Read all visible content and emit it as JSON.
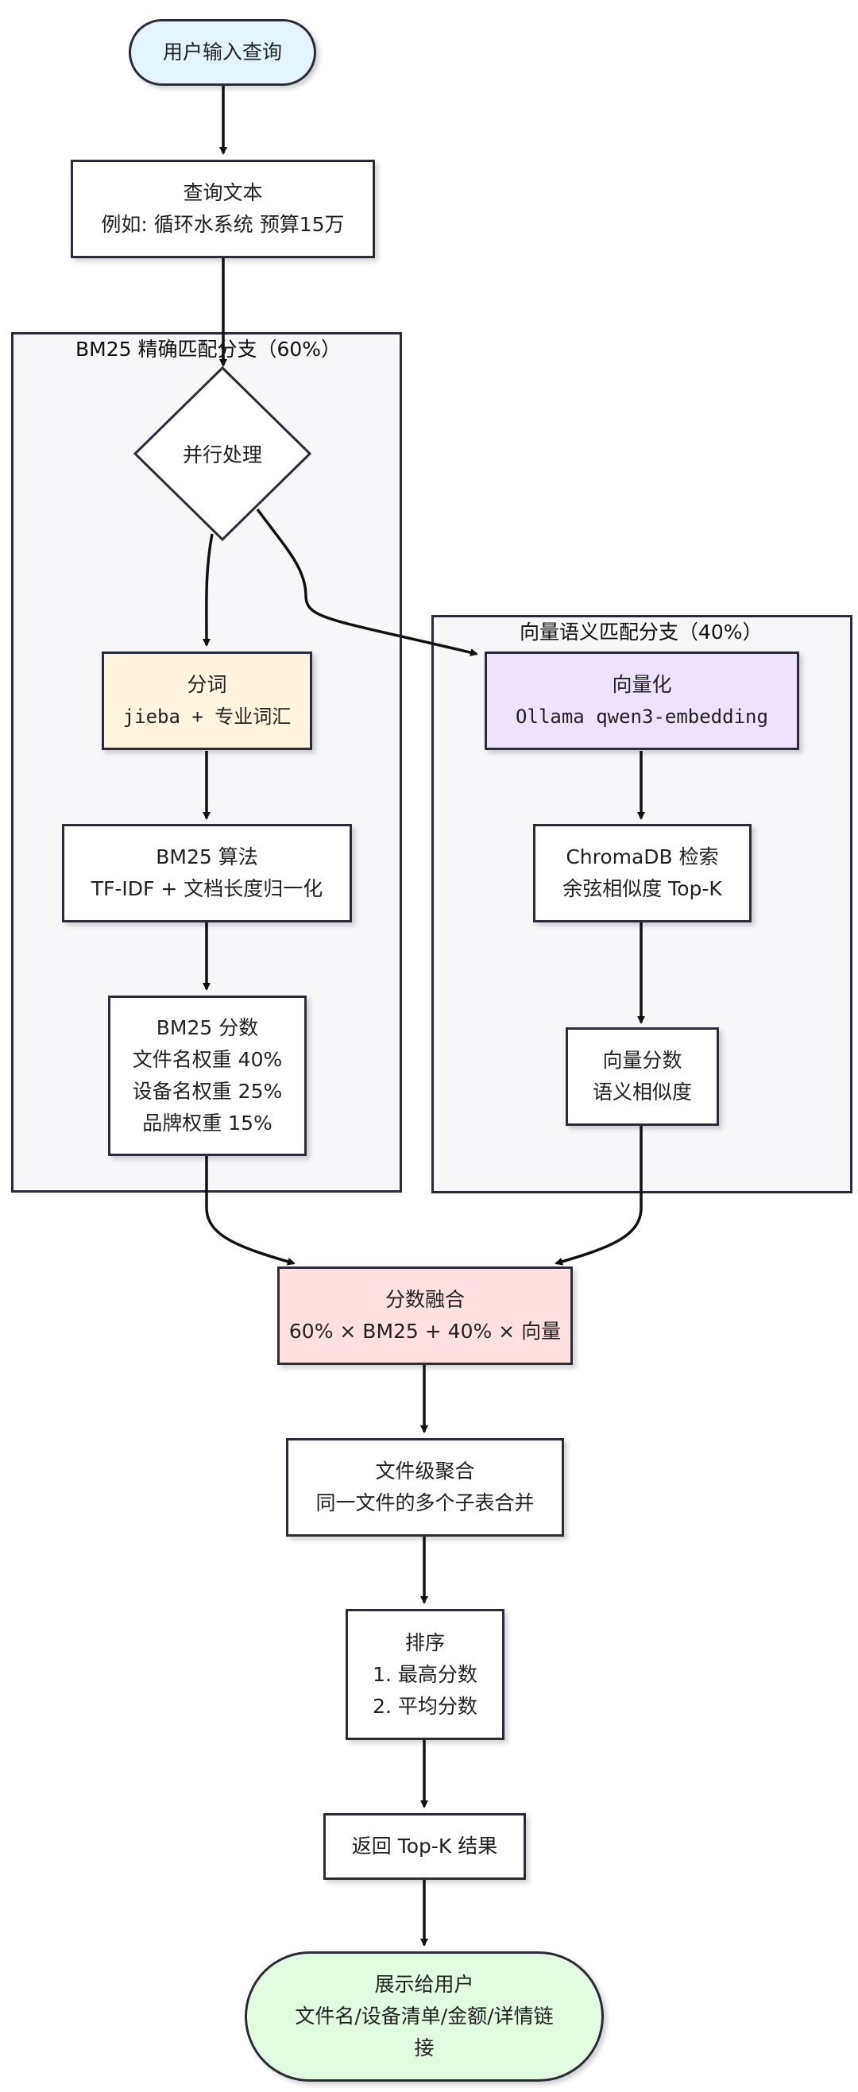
{
  "nodes": {
    "start": "用户输入查询",
    "query": {
      "title": "查询文本",
      "example": "例如: 循环水系统 预算15万"
    },
    "parallel": "并行处理",
    "tokenize": {
      "title": "分词",
      "detail": "jieba + 专业词汇"
    },
    "bm25_algo": {
      "title": "BM25 算法",
      "detail": "TF-IDF + 文档长度归一化"
    },
    "bm25_score": {
      "title": "BM25 分数",
      "lines": [
        "文件名权重 40%",
        "设备名权重 25%",
        "品牌权重 15%"
      ]
    },
    "vectorize": {
      "title": "向量化",
      "detail": "Ollama qwen3-embedding"
    },
    "chroma": {
      "title": "ChromaDB 检索",
      "detail": "余弦相似度 Top-K"
    },
    "vec_score": {
      "title": "向量分数",
      "detail": "语义相似度"
    },
    "fusion": {
      "title": "分数融合",
      "detail": "60% × BM25 + 40% × 向量"
    },
    "aggregate": {
      "title": "文件级聚合",
      "detail": "同一文件的多个子表合并"
    },
    "sort": {
      "title": "排序",
      "lines": [
        "1. 最高分数",
        "2. 平均分数"
      ]
    },
    "return": "返回 Top-K 结果",
    "display": {
      "title": "展示给用户",
      "lines": [
        "文件名/设备清单/金额/详情链",
        "接"
      ]
    }
  },
  "clusters": {
    "bm25": "BM25 精确匹配分支（60%）",
    "vector": "向量语义匹配分支（40%）"
  },
  "colors": {
    "start_fill": "#e3f4fd",
    "tokenize_fill": "#fff4df",
    "vectorize_fill": "#efe2fc",
    "fusion_fill": "#ffe0e0",
    "display_fill": "#e2fbe0",
    "stroke": "#2b2b3a",
    "cluster_fill": "#f7f7fa"
  }
}
